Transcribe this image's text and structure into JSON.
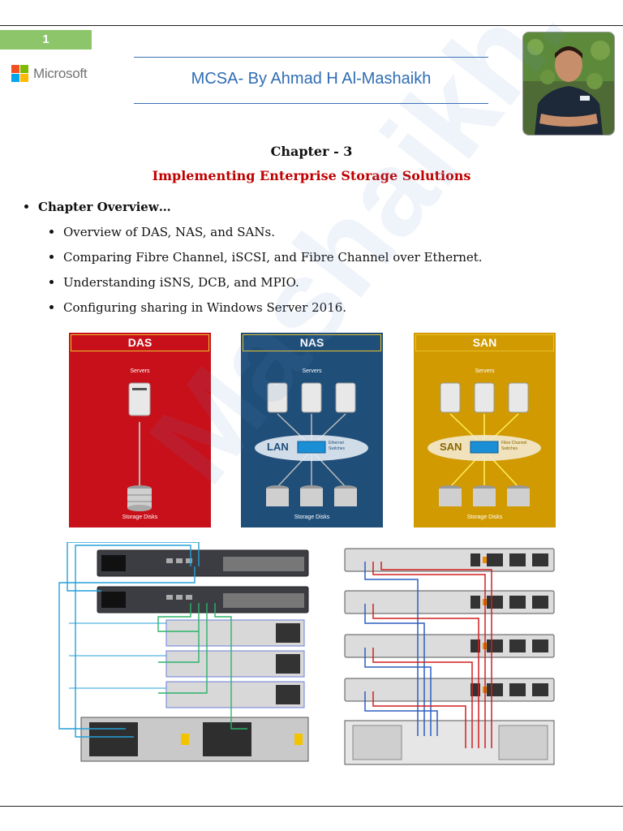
{
  "page_number": "1",
  "brand": {
    "name": "Microsoft",
    "colors": [
      "#f25022",
      "#7fba00",
      "#00a4ef",
      "#ffb900"
    ]
  },
  "header": {
    "title": "MCSA- By Ahmad H Al-Mashaikh"
  },
  "chapter": {
    "number": "Chapter - 3",
    "title": "Implementing Enterprise Storage Solutions",
    "title_color": "#c00000"
  },
  "overview": {
    "heading": "Chapter Overview…",
    "items": [
      "Overview of DAS, NAS, and SANs.",
      "Comparing Fibre Channel, iSCSI, and Fibre Channel over Ethernet.",
      "Understanding iSNS, DCB, and MPIO.",
      "Configuring sharing in Windows Server 2016."
    ]
  },
  "diagrams": {
    "das": {
      "title": "DAS",
      "servers_label": "Servers",
      "disks_label": "Storage Disks",
      "color": "#c8101a"
    },
    "nas": {
      "title": "NAS",
      "servers_label": "Servers",
      "disks_label": "Storage Disks",
      "network_label": "LAN",
      "switch_label": "Ethernet Switches",
      "color": "#1f4e79"
    },
    "san": {
      "title": "SAN",
      "servers_label": "Servers",
      "disks_label": "Storage Disks",
      "network_label": "SAN",
      "switch_label": "Fibre Channel Switches",
      "color": "#d19a00"
    }
  },
  "watermark": "Mashaikh."
}
